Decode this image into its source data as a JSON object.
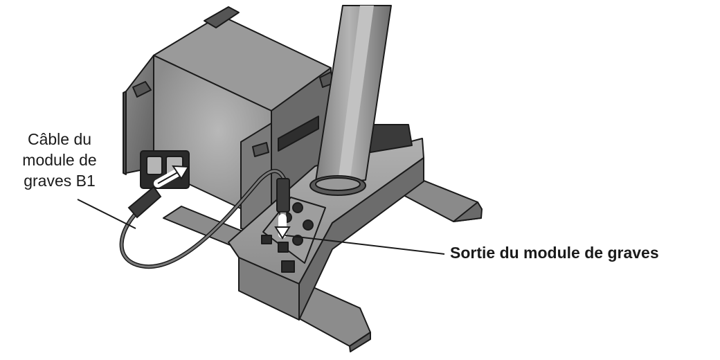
{
  "callouts": {
    "cable": {
      "lines": [
        "Câble du",
        "module de",
        "graves B1"
      ]
    },
    "output": {
      "text": "Sortie du module de graves"
    }
  },
  "colors": {
    "line_art": "#1a1a1a",
    "base_fill": "#8f8f8f",
    "module_fill": "#7a7a7a",
    "column_fill": "#9a9a9a",
    "background": "#ffffff"
  }
}
